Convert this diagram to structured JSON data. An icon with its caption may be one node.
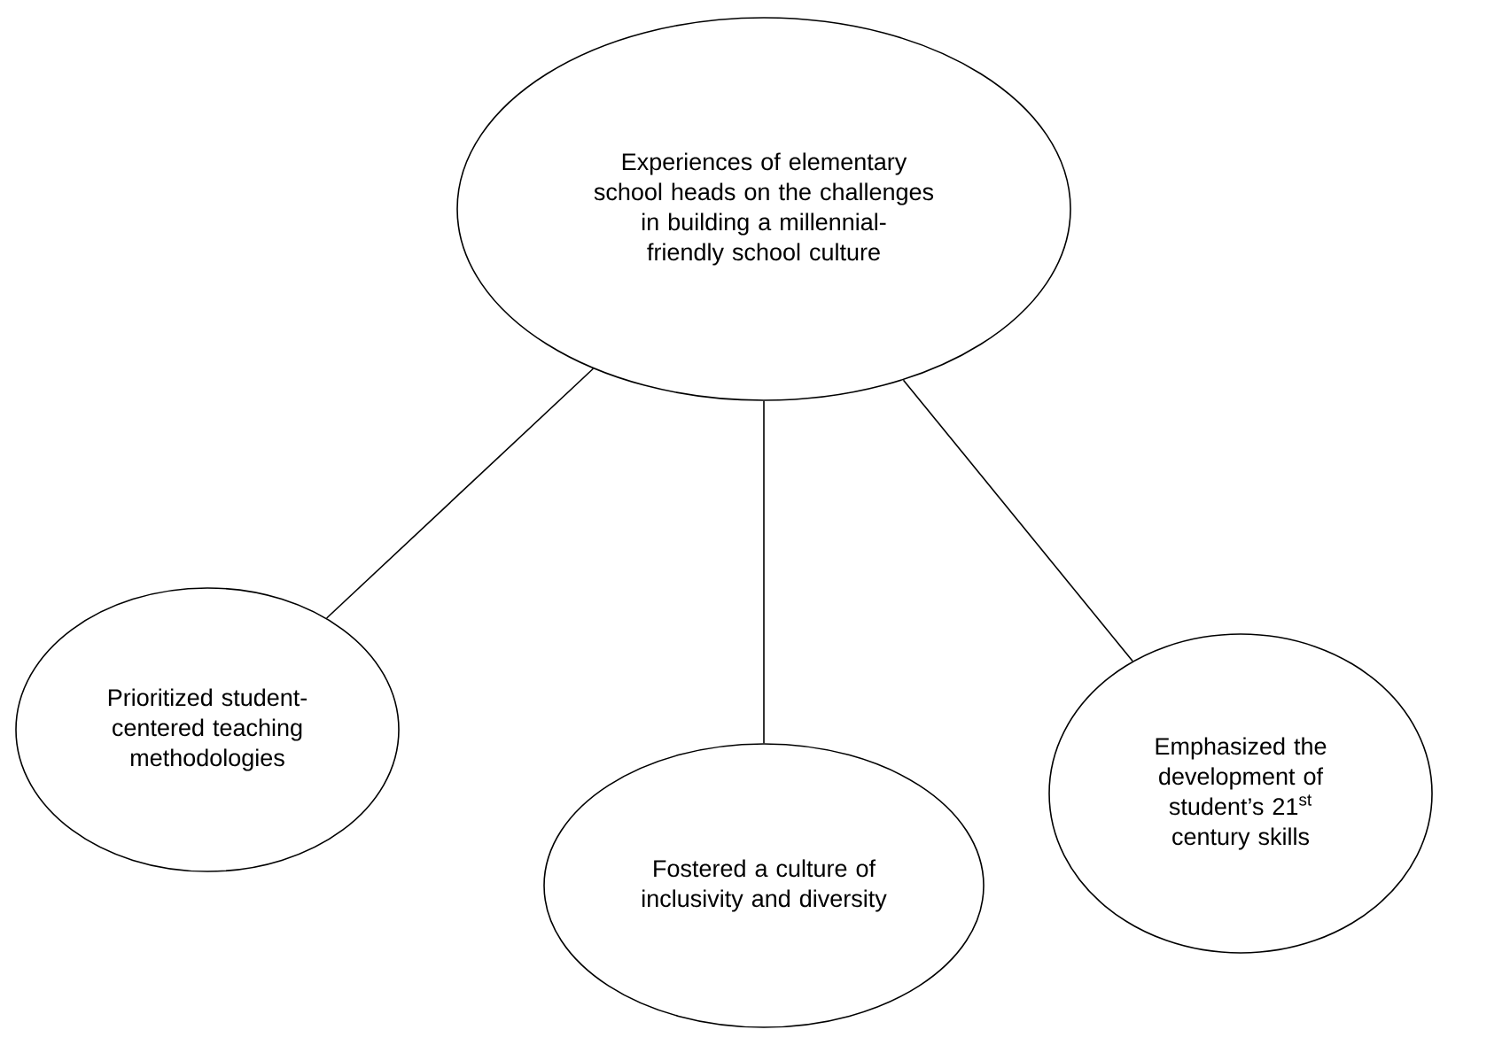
{
  "diagram": {
    "nodes": [
      {
        "text": [
          "Experiences of elementary school heads on the challenges in building a millennial-friendly school culture"
        ]
      },
      {
        "text": [
          "Prioritized student- centered teaching methodologies"
        ]
      },
      {
        "text": [
          "Fostered a culture of inclusivity and diversity"
        ]
      },
      {
        "text": [
          "Emphasized the development of student’s 21$^{st}$ century skills"
        ]
      }
    ],
    "edges": [
      {
        "from": 0,
        "to": 1,
        "arrow": "none"
      },
      {
        "from": 0,
        "to": 2,
        "arrow": "none"
      },
      {
        "from": 0,
        "to": 3,
        "arrow": "none"
      }
    ]
  }
}
